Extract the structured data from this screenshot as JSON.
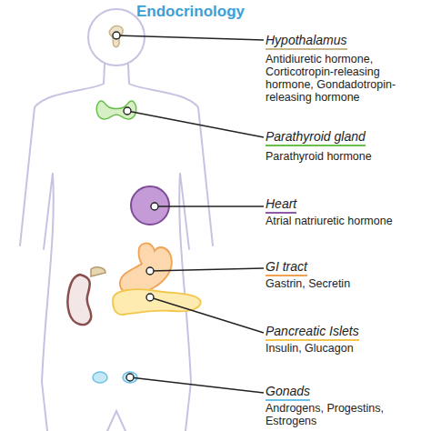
{
  "diagram": {
    "title": "Endocrinology",
    "labels": [
      "Hypothalamus",
      "Antidiuretic hormone, Corticotropin-releasing hormone, Gondadotropin-releasing hormone",
      "Parathyroid gland",
      "Parathyroid hormone",
      "Heart",
      "Atrial natriuretic hormone",
      "GI tract",
      "Gastrin, Secretin",
      "Pancreatic Islets",
      "Insulin, Glucagon",
      "Gonads",
      "Androgens, Progestins, Estrogens"
    ]
  }
}
